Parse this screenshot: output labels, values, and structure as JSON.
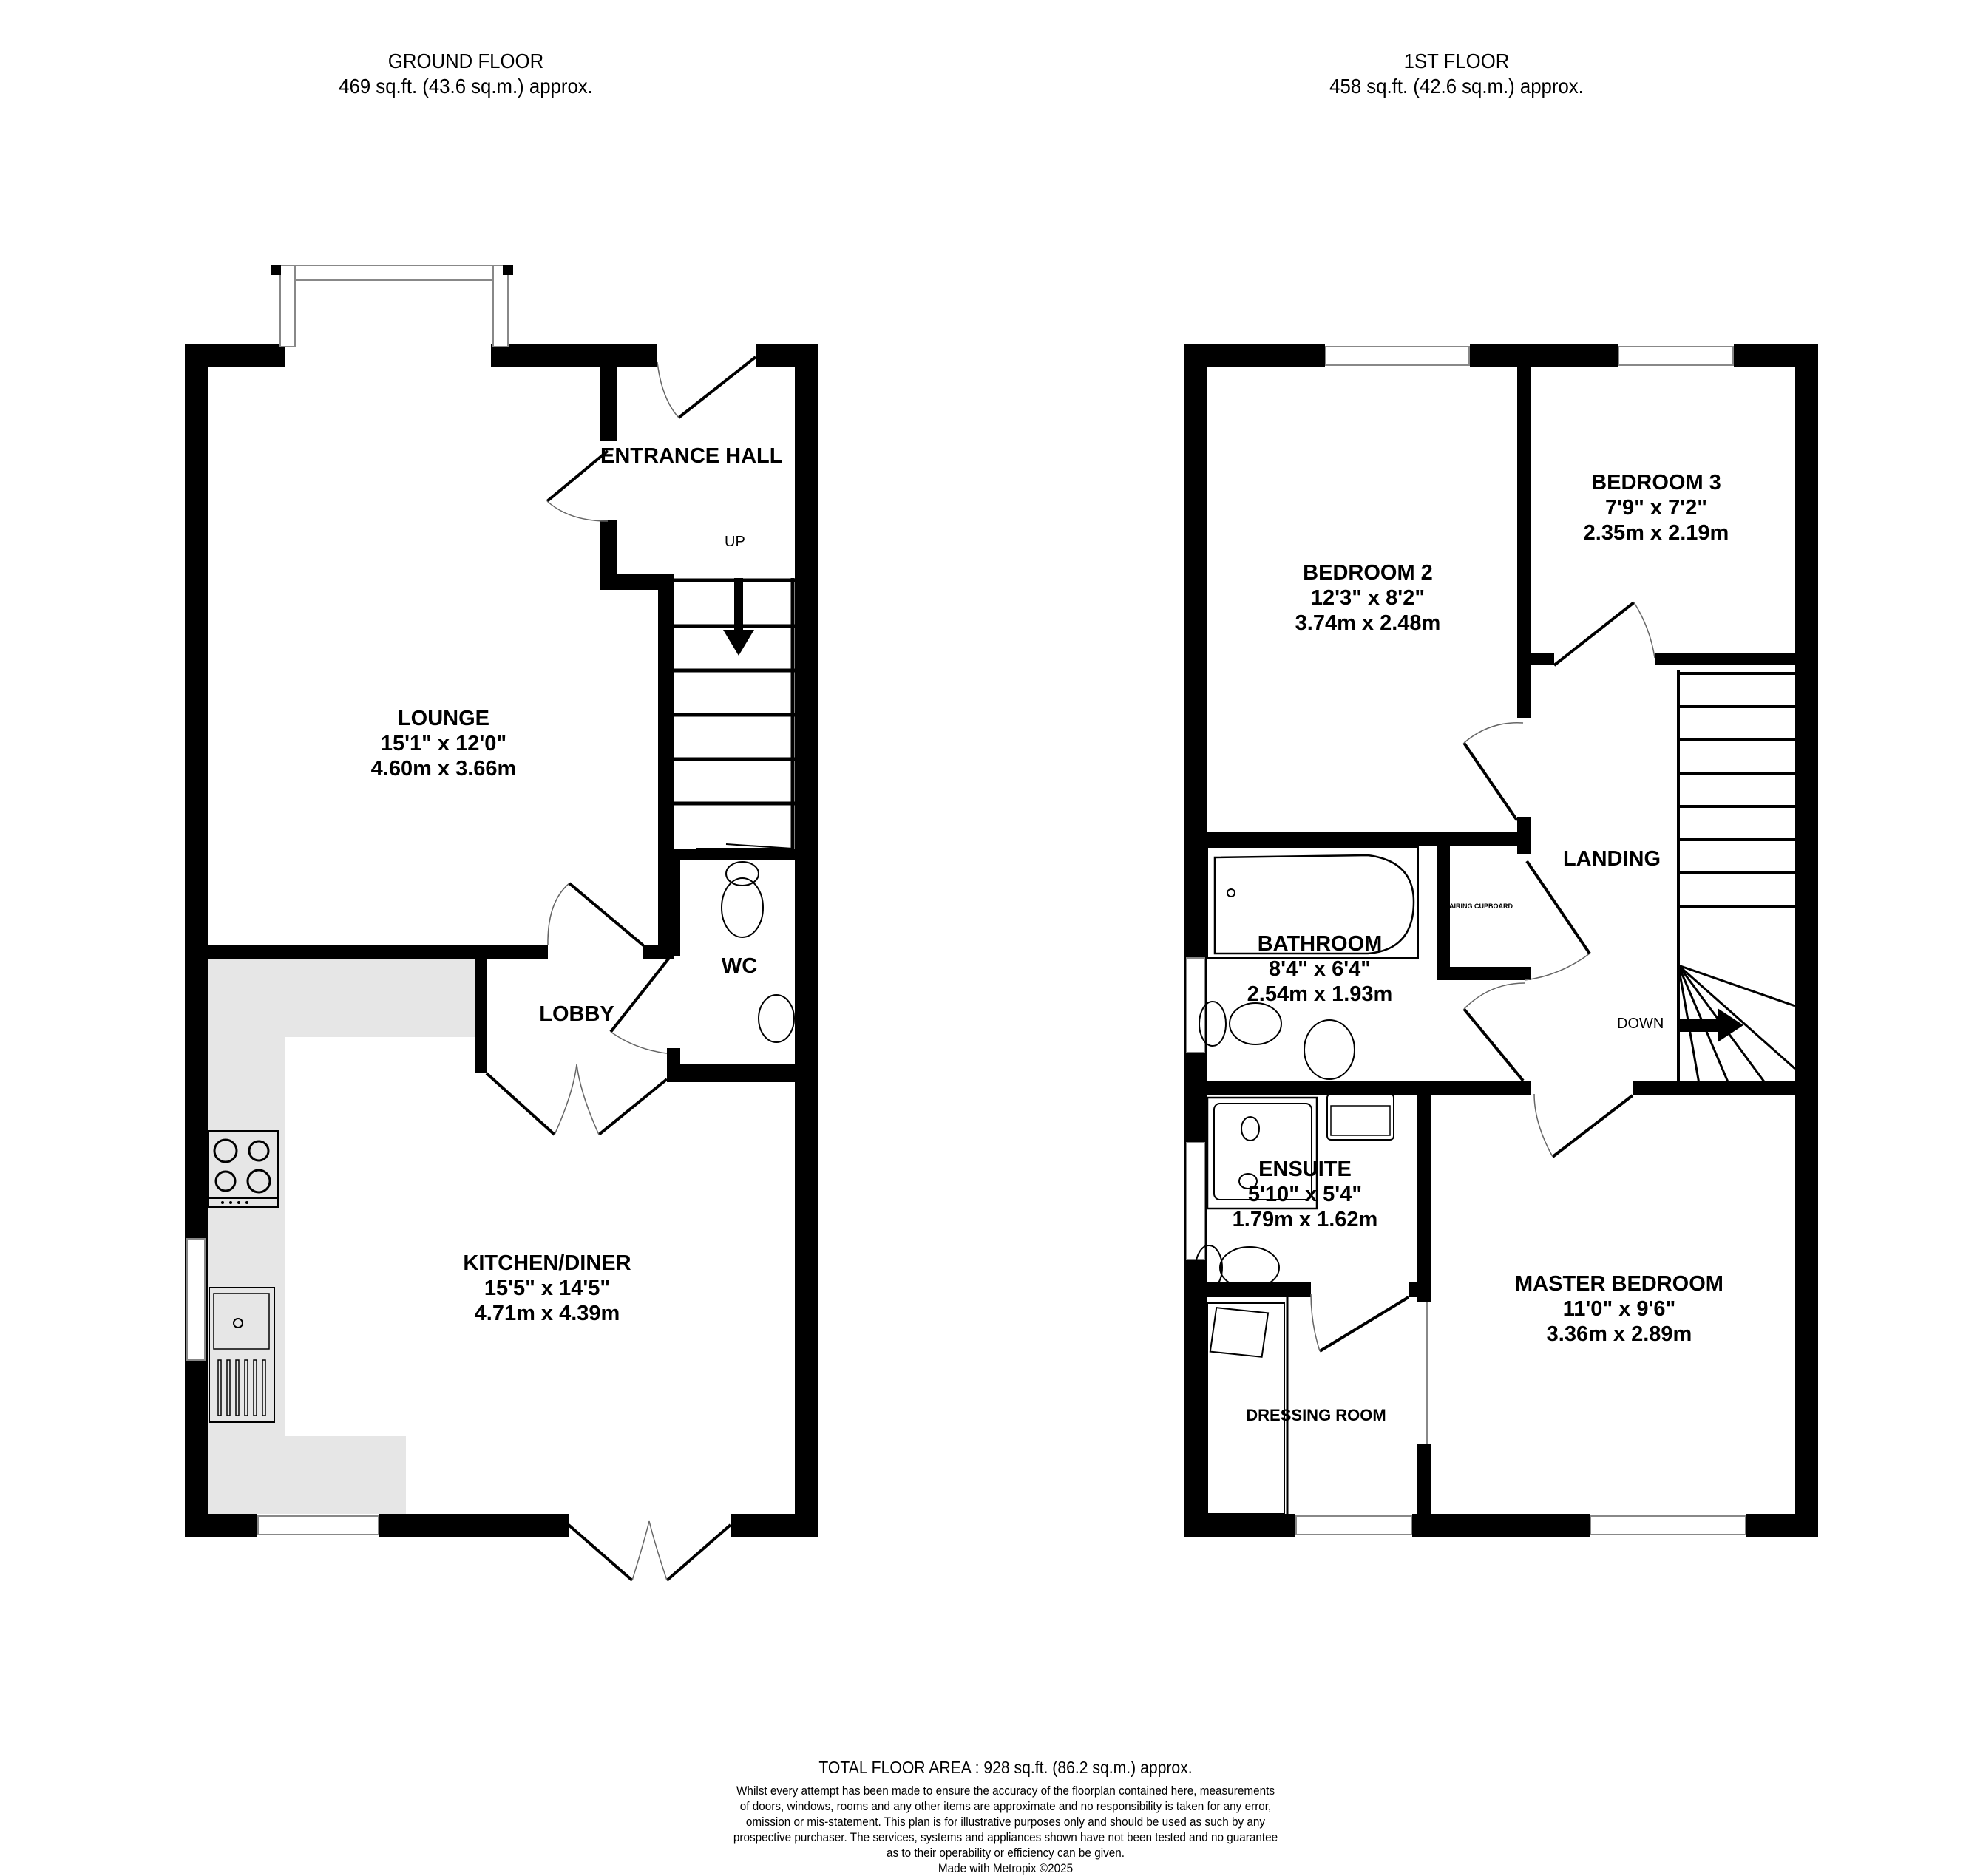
{
  "ground_floor": {
    "title": "GROUND FLOOR",
    "area": "469 sq.ft. (43.6 sq.m.) approx.",
    "rooms": {
      "entrance_hall": {
        "name": "ENTRANCE HALL"
      },
      "lounge": {
        "name": "LOUNGE",
        "imperial": "15'1\"  x 12'0\"",
        "metric": "4.60m  x 3.66m"
      },
      "lobby": {
        "name": "LOBBY"
      },
      "wc": {
        "name": "WC"
      },
      "kitchen_diner": {
        "name": "KITCHEN/DINER",
        "imperial": "15'5\"  x 14'5\"",
        "metric": "4.71m  x 4.39m"
      }
    },
    "stairs_label": "UP"
  },
  "first_floor": {
    "title": "1ST FLOOR",
    "area": "458 sq.ft. (42.6 sq.m.) approx.",
    "rooms": {
      "bedroom2": {
        "name": "BEDROOM 2",
        "imperial": "12'3\"  x 8'2\"",
        "metric": "3.74m  x 2.48m"
      },
      "bedroom3": {
        "name": "BEDROOM 3",
        "imperial": "7'9\"  x 7'2\"",
        "metric": "2.35m  x 2.19m"
      },
      "landing": {
        "name": "LANDING"
      },
      "airing_cupboard": {
        "name": "AIRING CUPBOARD"
      },
      "bathroom": {
        "name": "BATHROOM",
        "imperial": "8'4\"  x 6'4\"",
        "metric": "2.54m  x 1.93m"
      },
      "ensuite": {
        "name": "ENSUITE",
        "imperial": "5'10\"  x 5'4\"",
        "metric": "1.79m  x 1.62m"
      },
      "dressing_room": {
        "name": "DRESSING ROOM"
      },
      "master_bedroom": {
        "name": "MASTER BEDROOM",
        "imperial": "11'0\"  x 9'6\"",
        "metric": "3.36m  x 2.89m"
      }
    },
    "stairs_label": "DOWN"
  },
  "footer": {
    "total": "TOTAL FLOOR AREA : 928 sq.ft. (86.2 sq.m.) approx.",
    "disclaimer_lines": [
      "Whilst every attempt has been made to ensure the accuracy of the floorplan contained here, measurements",
      "of doors, windows, rooms and any other items are approximate and no responsibility is taken for any error,",
      "omission or mis-statement. This plan is for illustrative purposes only and should be used as such by any",
      "prospective purchaser. The services, systems and appliances shown have not been tested and no guarantee",
      "as to their operability or efficiency can be given."
    ],
    "credit": "Made with Metropix ©2025"
  },
  "colors": {
    "wall": "#000000",
    "counter": "#e6e6e6",
    "window": "#888888",
    "background": "#ffffff"
  }
}
